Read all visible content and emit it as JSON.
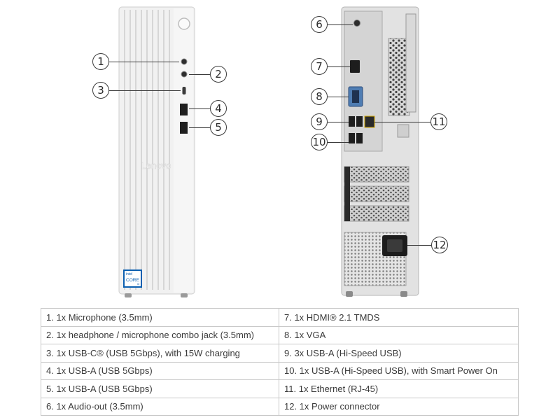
{
  "diagram": {
    "brand_mark": "Lenovo",
    "badge": {
      "line1": "intel",
      "line2": "CORE",
      "line3": "i3"
    },
    "front_callouts": [
      "1",
      "2",
      "3",
      "4",
      "5"
    ],
    "rear_callouts": [
      "6",
      "7",
      "8",
      "9",
      "10",
      "11",
      "12"
    ]
  },
  "ports": [
    "1.   1x Microphone (3.5mm)",
    "2.   1x headphone / microphone combo jack (3.5mm)",
    "3.   1x USB-C® (USB 5Gbps), with 15W charging",
    "4.   1x USB-A (USB 5Gbps)",
    "5.   1x USB-A (USB 5Gbps)",
    "6.   1x Audio-out (3.5mm)",
    "7.   1x HDMI® 2.1 TMDS",
    "8.   1x VGA",
    "9.   3x USB-A (Hi-Speed USB)",
    "10. 1x USB-A (Hi-Speed USB), with Smart Power On",
    "11.  1x Ethernet (RJ-45)",
    "12. 1x Power connector"
  ]
}
